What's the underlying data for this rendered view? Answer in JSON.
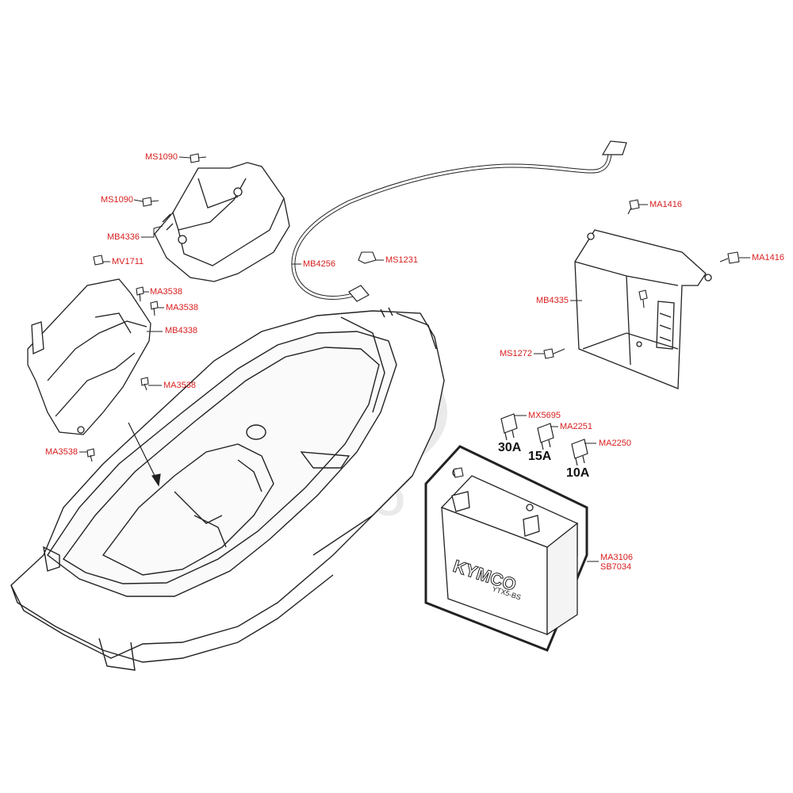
{
  "labels": {
    "ms1090_top": "MS1090",
    "ms1090_mid": "MS1090",
    "mb4336": "MB4336",
    "mv1711": "MV1711",
    "ma3538_a": "MA3538",
    "ma3538_b": "MA3538",
    "mb4338": "MB4338",
    "ma3538_c": "MA3538",
    "ma3538_d": "MA3538",
    "mb4256": "MB4256",
    "ms1231": "MS1231",
    "ma1416_top": "MA1416",
    "ma1416_right": "MA1416",
    "mb4335": "MB4335",
    "ms1272": "MS1272",
    "mx5695": "MX5695",
    "ma2251": "MA2251",
    "ma2250": "MA2250",
    "ma3106": "MA3106",
    "sb7034": "SB7034"
  },
  "fuses": {
    "f30": "30A",
    "f15": "15A",
    "f10": "10A"
  },
  "battery": {
    "brand": "KYMCO",
    "model": "YTX5-BS"
  },
  "watermark": "KYMCO",
  "colors": {
    "label": "#d81e1e",
    "line": "#222222",
    "watermark": "#d9d9d9"
  }
}
